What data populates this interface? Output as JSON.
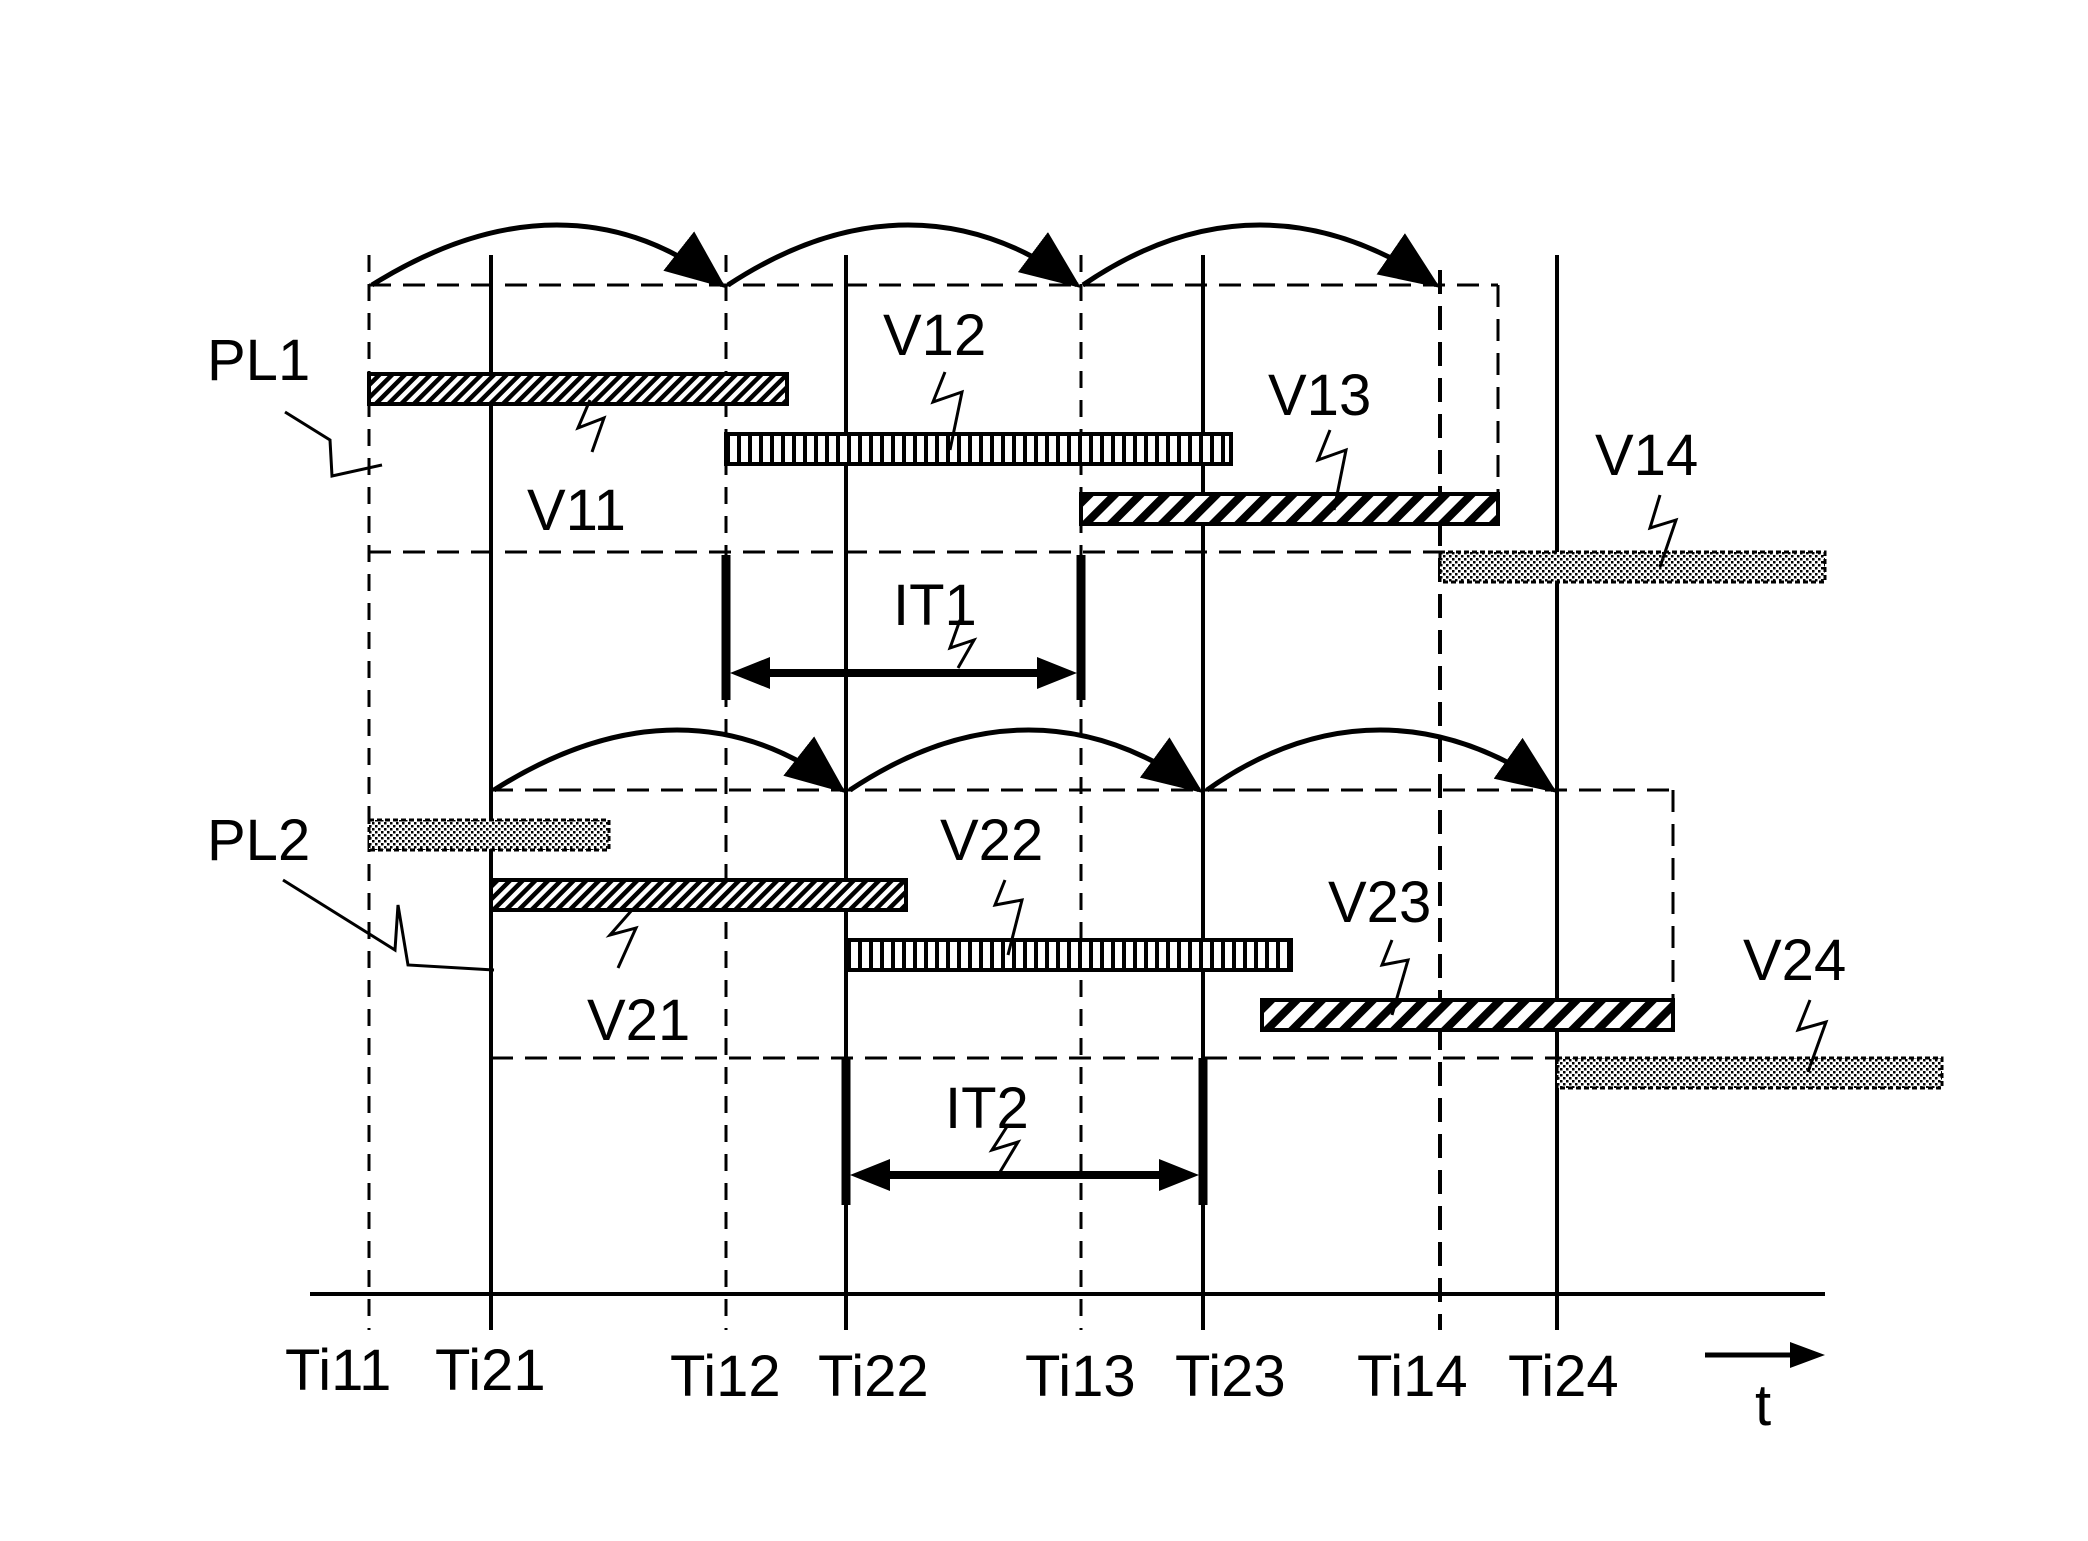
{
  "groups": {
    "pl1": {
      "label": "PL1",
      "interval_label": "IT1"
    },
    "pl2": {
      "label": "PL2",
      "interval_label": "IT2"
    }
  },
  "times": [
    "Ti11",
    "Ti21",
    "Ti12",
    "Ti22",
    "Ti13",
    "Ti23",
    "Ti14",
    "Ti24"
  ],
  "axis": {
    "label": "t"
  },
  "bars": [
    {
      "label": "V11",
      "pattern": "diagonal-fine"
    },
    {
      "label": "V12",
      "pattern": "vertical-stripes"
    },
    {
      "label": "V13",
      "pattern": "diagonal-wide"
    },
    {
      "label": "V14",
      "pattern": "dotted"
    },
    {
      "label": "V21",
      "pattern": "diagonal-fine"
    },
    {
      "label": "V22",
      "pattern": "vertical-stripes"
    },
    {
      "label": "V23",
      "pattern": "diagonal-wide"
    },
    {
      "label": "V24",
      "pattern": "dotted"
    }
  ]
}
